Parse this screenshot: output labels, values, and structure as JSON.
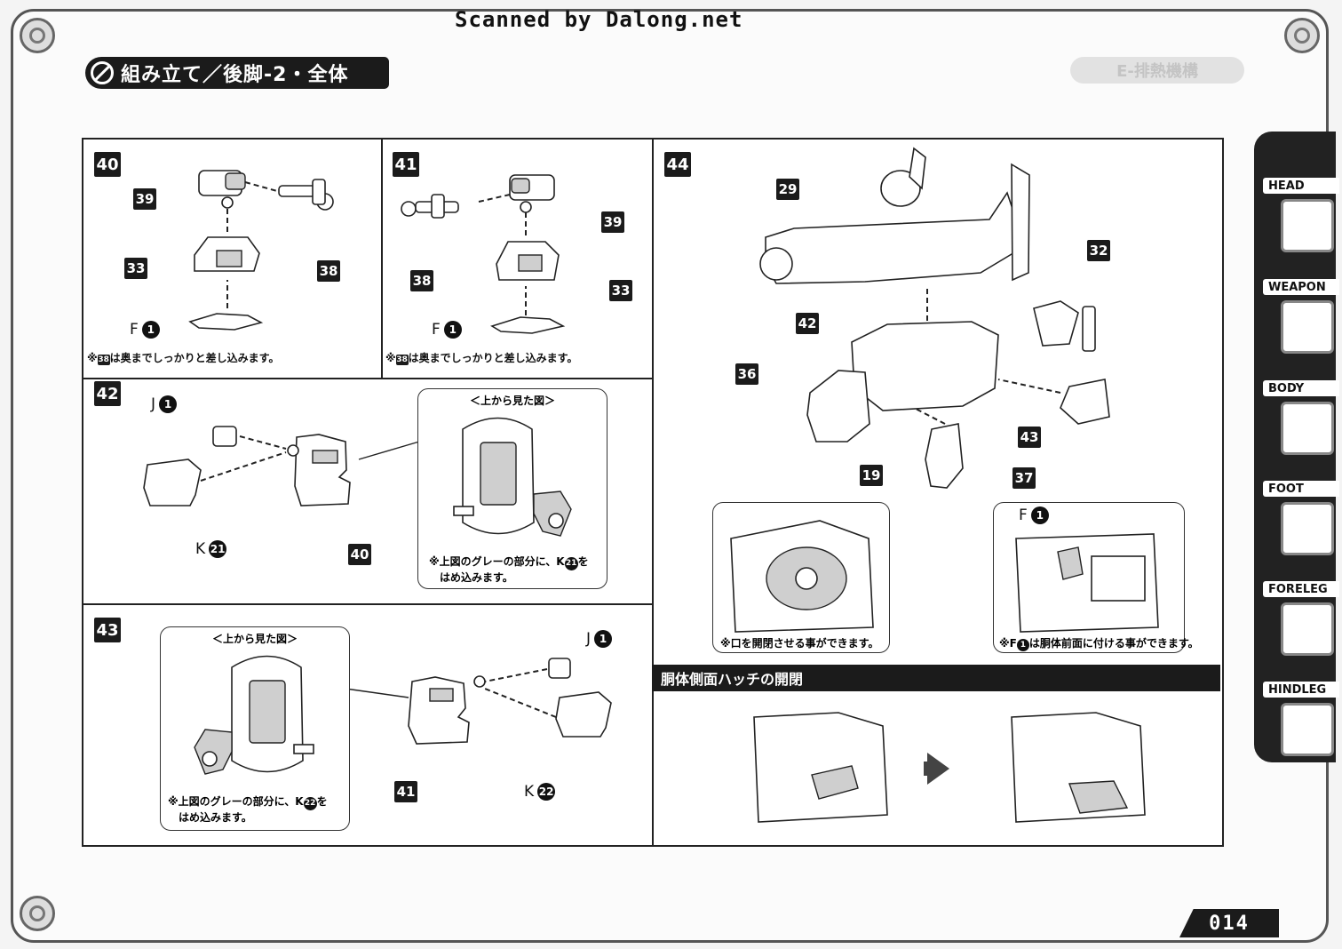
{
  "scan_credit": "Scanned by Dalong.net",
  "header": {
    "title": "組み立て／後脚-2・全体"
  },
  "side_tabs": [
    {
      "label": "HEAD",
      "icon": "head-icon"
    },
    {
      "label": "WEAPON",
      "icon": "weapon-icon"
    },
    {
      "label": "BODY",
      "icon": "body-icon"
    },
    {
      "label": "FOOT",
      "icon": "foot-icon"
    },
    {
      "label": "FORELEG",
      "icon": "foreleg-icon"
    },
    {
      "label": "HINDLEG",
      "icon": "hindleg-icon"
    }
  ],
  "steps": {
    "s40": {
      "number": "40",
      "parts": [
        "39",
        "33",
        "38"
      ],
      "runner": "F",
      "runner_num": "1",
      "note_pre": "※",
      "note_ref": "38",
      "note": "は奥までしっかりと差し込みます。"
    },
    "s41": {
      "number": "41",
      "parts": [
        "38",
        "39",
        "33"
      ],
      "runner": "F",
      "runner_num": "1",
      "note_pre": "※",
      "note_ref": "38",
      "note": "は奥までしっかりと差し込みます。"
    },
    "s42": {
      "number": "42",
      "parts": [
        "40"
      ],
      "runner_a": "J",
      "runner_a_num": "1",
      "runner_b": "K",
      "runner_b_num": "21",
      "inset_caption": "＜上から見た図＞",
      "inset_line1_pre": "※上図のグレーの部分に、K",
      "inset_line1_num": "21",
      "inset_line1_post": "を",
      "inset_line2": "はめ込みます。"
    },
    "s43": {
      "number": "43",
      "parts": [
        "41"
      ],
      "runner_a": "J",
      "runner_a_num": "1",
      "runner_b": "K",
      "runner_b_num": "22",
      "inset_caption": "＜上から見た図＞",
      "inset_line1_pre": "※上図のグレーの部分に、K",
      "inset_line1_num": "22",
      "inset_line1_post": "を",
      "inset_line2": "はめ込みます。"
    },
    "s44": {
      "number": "44",
      "parts": [
        "29",
        "32",
        "42",
        "36",
        "43",
        "19",
        "37"
      ],
      "inset_a_note": "※口を開閉させる事ができます。",
      "inset_b_runner": "F",
      "inset_b_runner_num": "1",
      "inset_b_note_pre": "※F",
      "inset_b_note_num": "1",
      "inset_b_note": "は胴体前面に付ける事ができます。"
    }
  },
  "hatch_section": {
    "title": "胴体側面ハッチの開閉"
  },
  "ghost_badge": "E-排熱機構",
  "page_number": "014"
}
